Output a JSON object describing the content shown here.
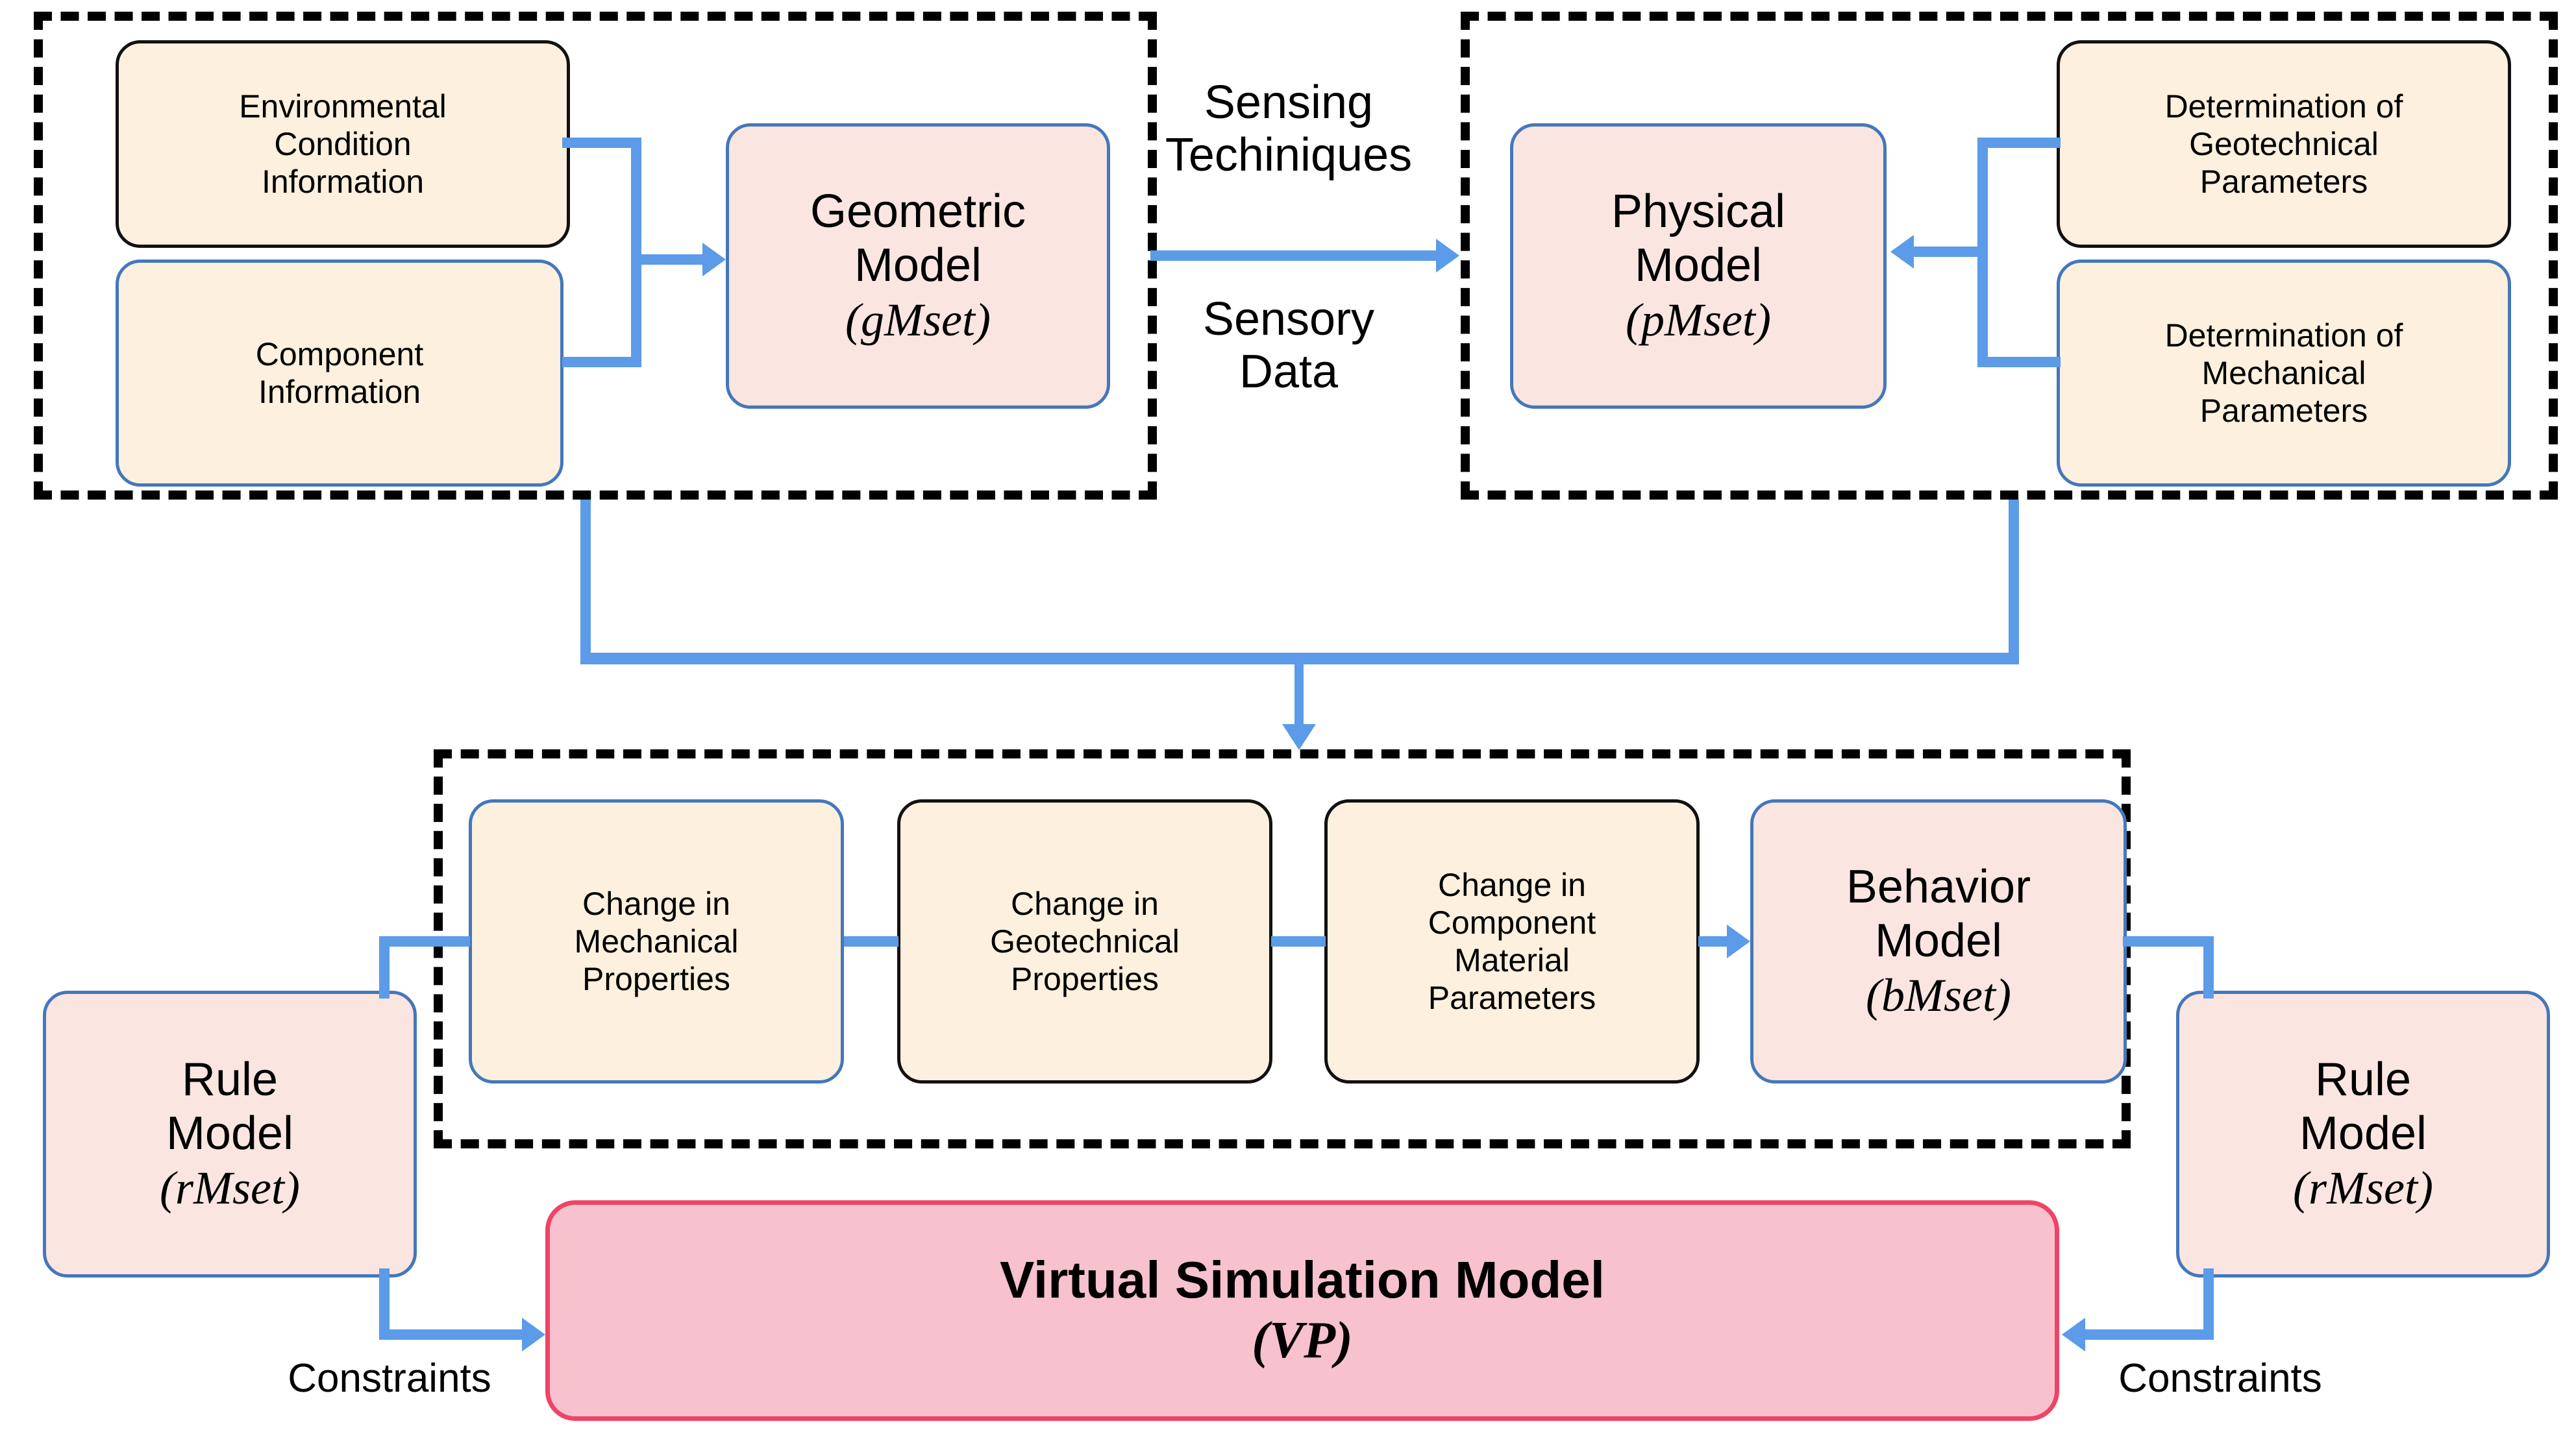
{
  "diagram": {
    "colors": {
      "cream_fill": "#FDF0DE",
      "pink_light_fill": "#FBE5E0",
      "pink_main_fill": "#F7C1CE",
      "pink_main_border": "#EE4466",
      "blue_border": "#4477BB",
      "connector_blue": "#5B9BE8",
      "dashed_border": "#000000"
    },
    "nodes": {
      "environmental_condition": "Environmental\nCondition\nInformation",
      "environmental_condition_l1": "Environmental",
      "environmental_condition_l2": "Condition",
      "environmental_condition_l3": "Information",
      "component_information_l1": "Component",
      "component_information_l2": "Information",
      "geometric_model_l1": "Geometric",
      "geometric_model_l2": "Model",
      "geometric_model_set": "(gMset)",
      "physical_model_l1": "Physical",
      "physical_model_l2": "Model",
      "physical_model_set": "(pMset)",
      "det_geotech_l1": "Determination of",
      "det_geotech_l2": "Geotechnical",
      "det_geotech_l3": "Parameters",
      "det_mech_l1": "Determination of",
      "det_mech_l2": "Mechanical",
      "det_mech_l3": "Parameters",
      "change_mech_l1": "Change in",
      "change_mech_l2": "Mechanical",
      "change_mech_l3": "Properties",
      "change_geo_l1": "Change in",
      "change_geo_l2": "Geotechnical",
      "change_geo_l3": "Properties",
      "change_comp_l1": "Change in",
      "change_comp_l2": "Component",
      "change_comp_l3": "Material",
      "change_comp_l4": "Parameters",
      "behavior_model_l1": "Behavior",
      "behavior_model_l2": "Model",
      "behavior_model_set": "(bMset)",
      "rule_model_left_l1": "Rule",
      "rule_model_left_l2": "Model",
      "rule_model_left_set": "(rMset)",
      "rule_model_right_l1": "Rule",
      "rule_model_right_l2": "Model",
      "rule_model_right_set": "(rMset)",
      "virtual_simulation_model": "Virtual Simulation Model",
      "virtual_simulation_model_set": "(VP)"
    },
    "edge_labels": {
      "sensing_l1": "Sensing",
      "sensing_l2": "Techiniques",
      "sensory_l1": "Sensory",
      "sensory_l2": "Data",
      "constraints_left": "Constraints",
      "constraints_right": "Constraints"
    }
  }
}
